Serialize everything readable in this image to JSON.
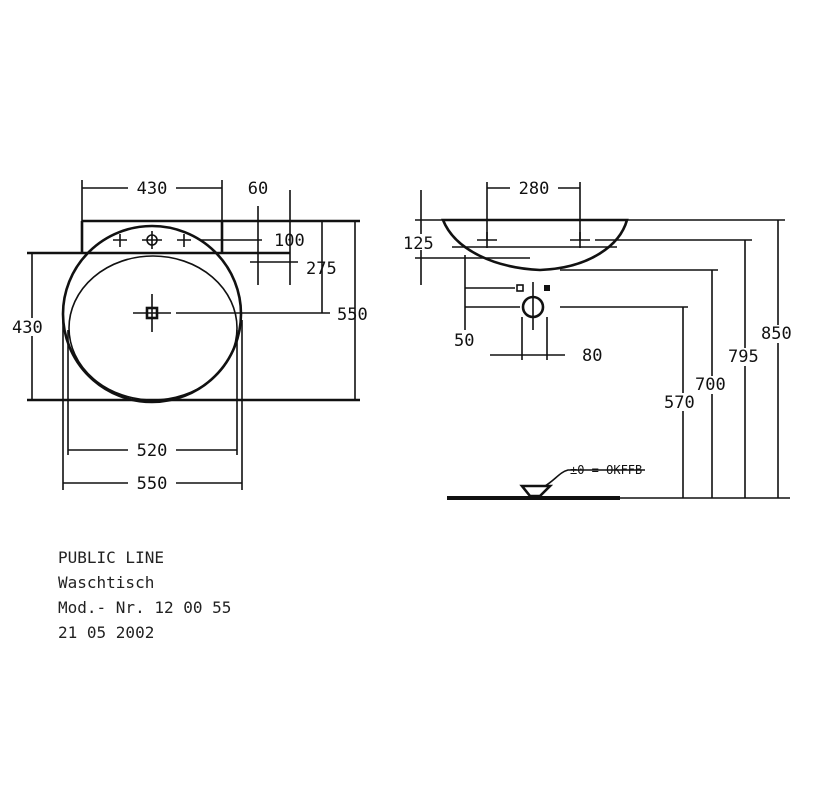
{
  "plan_view": {
    "dims": {
      "top_width": "430",
      "offset_60": "60",
      "depth_100": "100",
      "depth_275": "275",
      "depth_550": "550",
      "height_430": "430",
      "bowl_520": "520",
      "outer_550": "550"
    }
  },
  "side_view": {
    "dims": {
      "tap_spacing": "280",
      "rim_125": "125",
      "drain_50": "50",
      "drain_80": "80",
      "h570": "570",
      "h700": "700",
      "h795": "795",
      "h850": "850"
    },
    "floor_label": "±0 = OKFFB"
  },
  "title_block": {
    "series": "PUBLIC LINE",
    "product": "Waschtisch",
    "model": "Mod.- Nr. 12 00 55",
    "date": "21 05 2002"
  }
}
